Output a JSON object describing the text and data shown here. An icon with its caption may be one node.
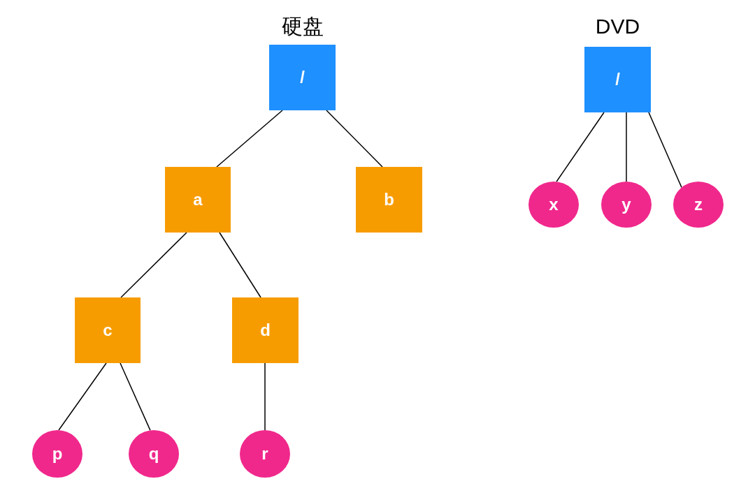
{
  "diagram": {
    "nodes": [
      {
        "text": [
          "硬盘",
          "/"
        ]
      },
      {
        "text": [
          "a"
        ]
      },
      {
        "text": [
          "b"
        ]
      },
      {
        "text": [
          "c"
        ]
      },
      {
        "text": [
          "d"
        ]
      },
      {
        "text": [
          "p"
        ]
      },
      {
        "text": [
          "q"
        ]
      },
      {
        "text": [
          "r"
        ]
      },
      {
        "text": [
          "DVD",
          "/"
        ]
      },
      {
        "text": [
          "x"
        ]
      },
      {
        "text": [
          "y"
        ]
      },
      {
        "text": [
          "z"
        ]
      }
    ],
    "edges": [
      {
        "from": 0,
        "to": 1,
        "arrow": "none"
      },
      {
        "from": 0,
        "to": 2,
        "arrow": "none"
      },
      {
        "from": 1,
        "to": 3,
        "arrow": "none"
      },
      {
        "from": 1,
        "to": 4,
        "arrow": "none"
      },
      {
        "from": 3,
        "to": 5,
        "arrow": "none"
      },
      {
        "from": 3,
        "to": 6,
        "arrow": "none"
      },
      {
        "from": 4,
        "to": 7,
        "arrow": "none"
      },
      {
        "from": 8,
        "to": 9,
        "arrow": "none"
      },
      {
        "from": 8,
        "to": 10,
        "arrow": "none"
      },
      {
        "from": 8,
        "to": 11,
        "arrow": "none"
      }
    ]
  }
}
